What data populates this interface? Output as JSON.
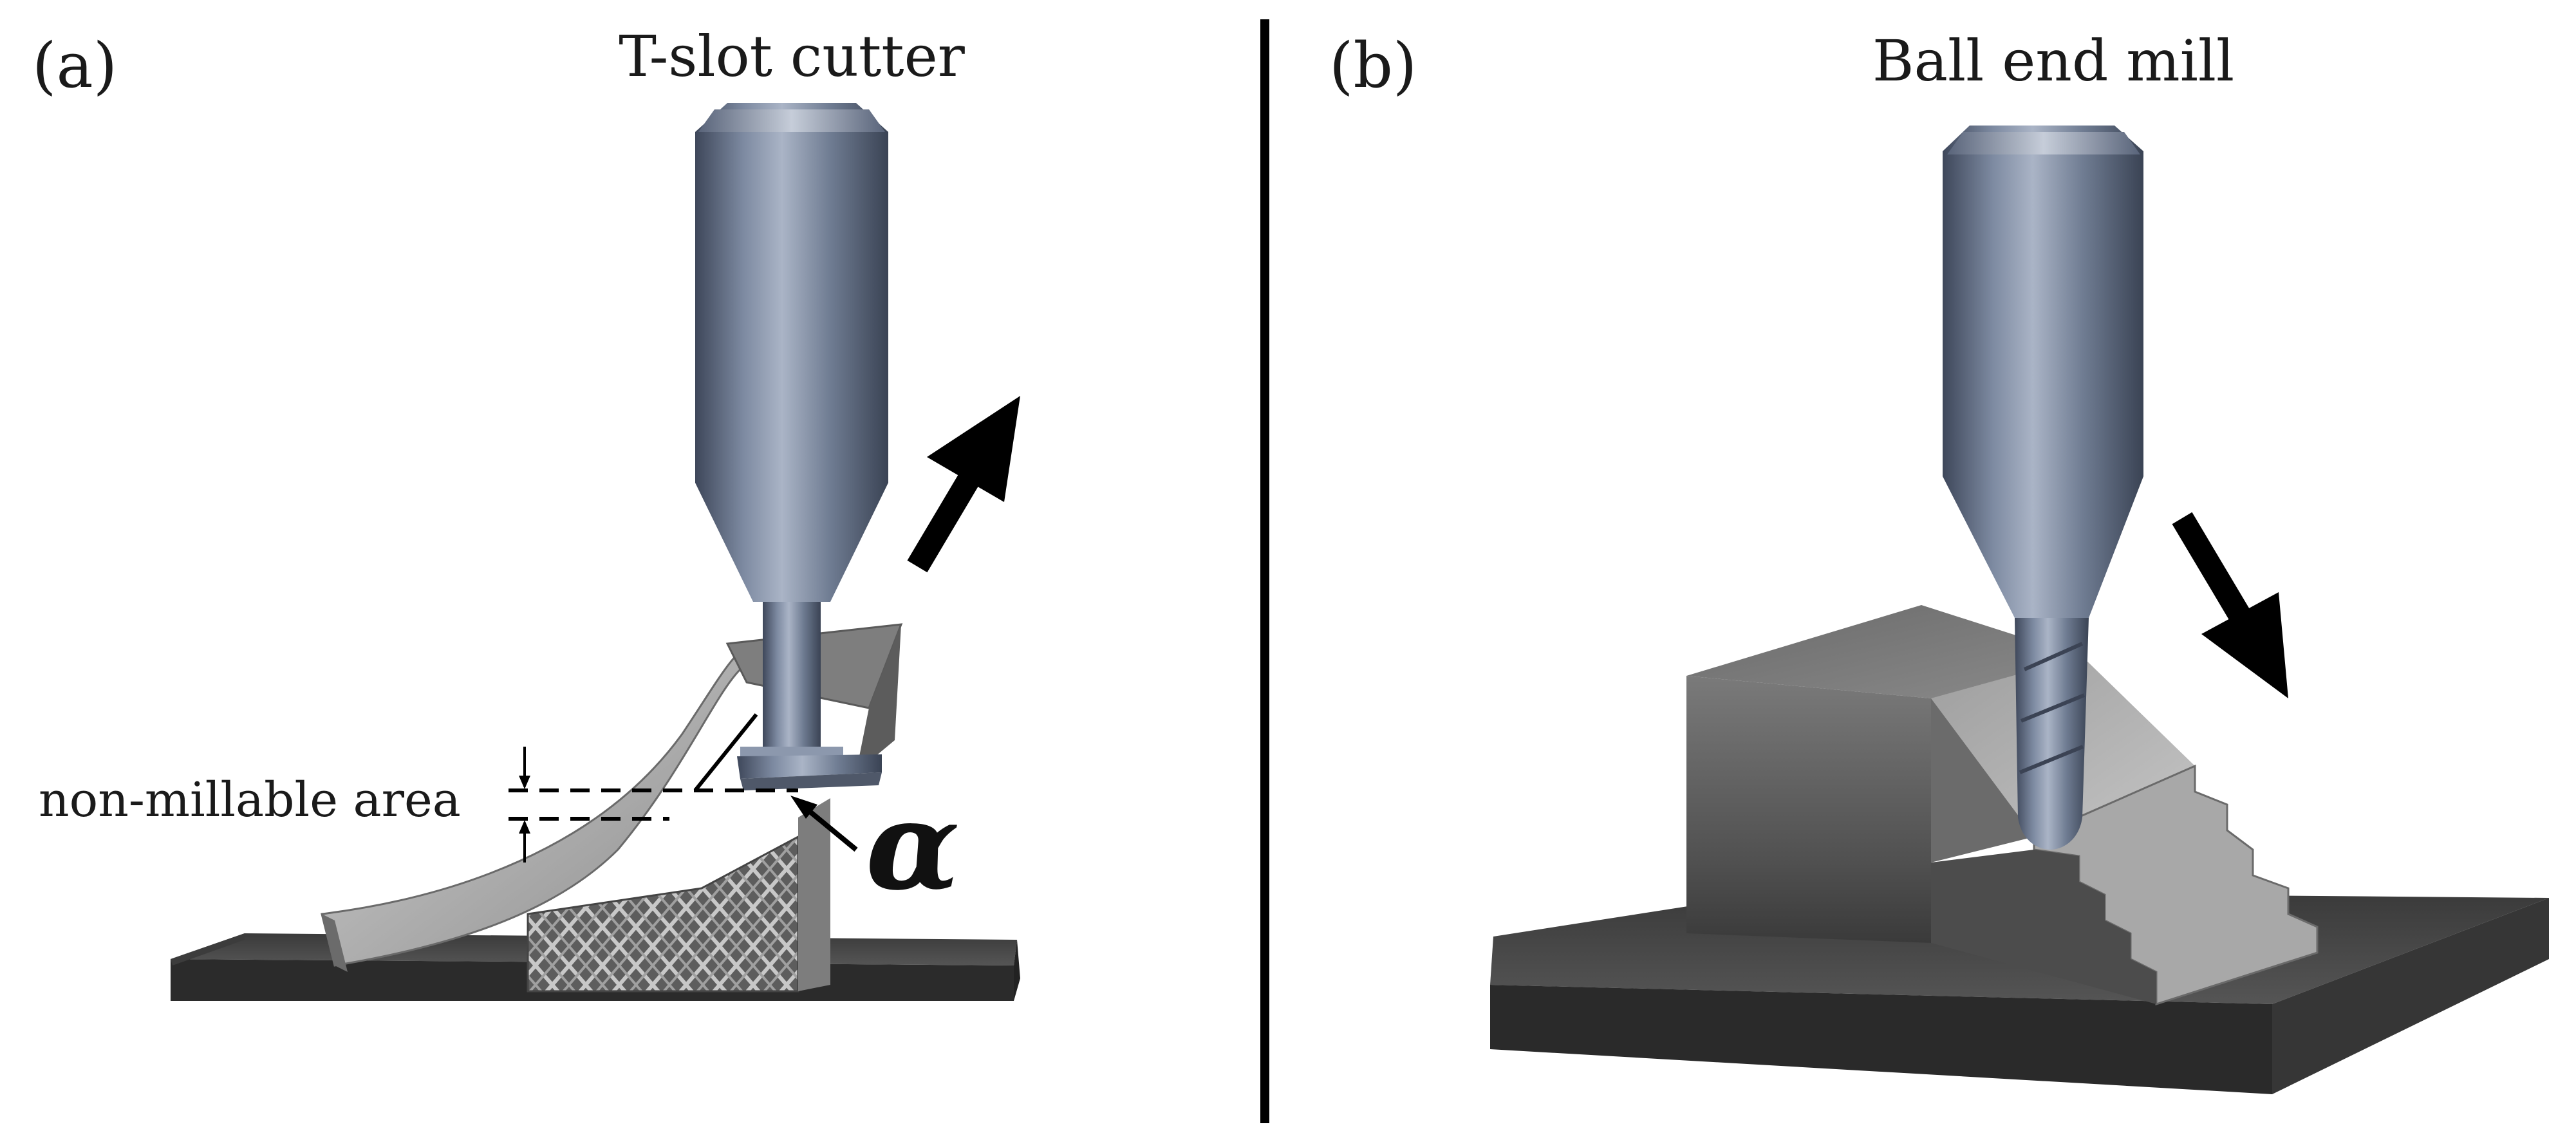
{
  "panel_a": {
    "label": "(a)",
    "tool_title": "T-slot cutter",
    "annotation": "non-millable area",
    "angle_symbol": "α"
  },
  "panel_b": {
    "label": "(b)",
    "tool_title": "Ball end mill"
  },
  "colors": {
    "tool_steel": "#6f7c92",
    "tool_highlight": "#a3aec0",
    "base_plate_top": "#4a4a4a",
    "base_plate_side": "#2c2c2c",
    "part_surface": "#9a9a9a",
    "lattice": "#8d8d8d",
    "arrow": "#000000",
    "divider": "#000000"
  }
}
